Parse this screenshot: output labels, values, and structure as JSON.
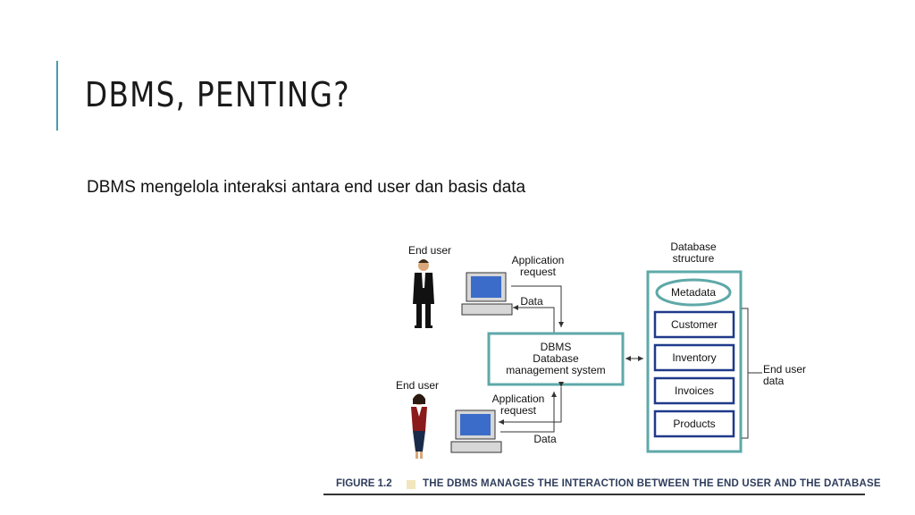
{
  "slide": {
    "title": "DBMS, PENTING?",
    "subtitle": "DBMS mengelola interaksi antara end user dan basis data",
    "accent_color": "#4a9bb0"
  },
  "figure": {
    "labels": {
      "end_user_top": "End user",
      "end_user_bottom": "End user",
      "app_request_top": "Application\nrequest",
      "data_top": "Data",
      "app_request_bottom": "Application\nrequest",
      "data_bottom": "Data",
      "db_structure": "Database\nstructure",
      "end_user_data": "End user\ndata"
    },
    "dbms_box": "DBMS\nDatabase\nmanagement system",
    "metadata": "Metadata",
    "tables": [
      "Customer",
      "Inventory",
      "Invoices",
      "Products"
    ],
    "caption_number": "FIGURE 1.2",
    "caption_text": "THE DBMS MANAGES THE INTERACTION BETWEEN THE END USER AND THE DATABASE",
    "colors": {
      "teal_box": "#5fa8a8",
      "navy_box": "#1f3a8a",
      "caption_text": "#2f3d5c",
      "screen": "#3b6cc9"
    }
  }
}
